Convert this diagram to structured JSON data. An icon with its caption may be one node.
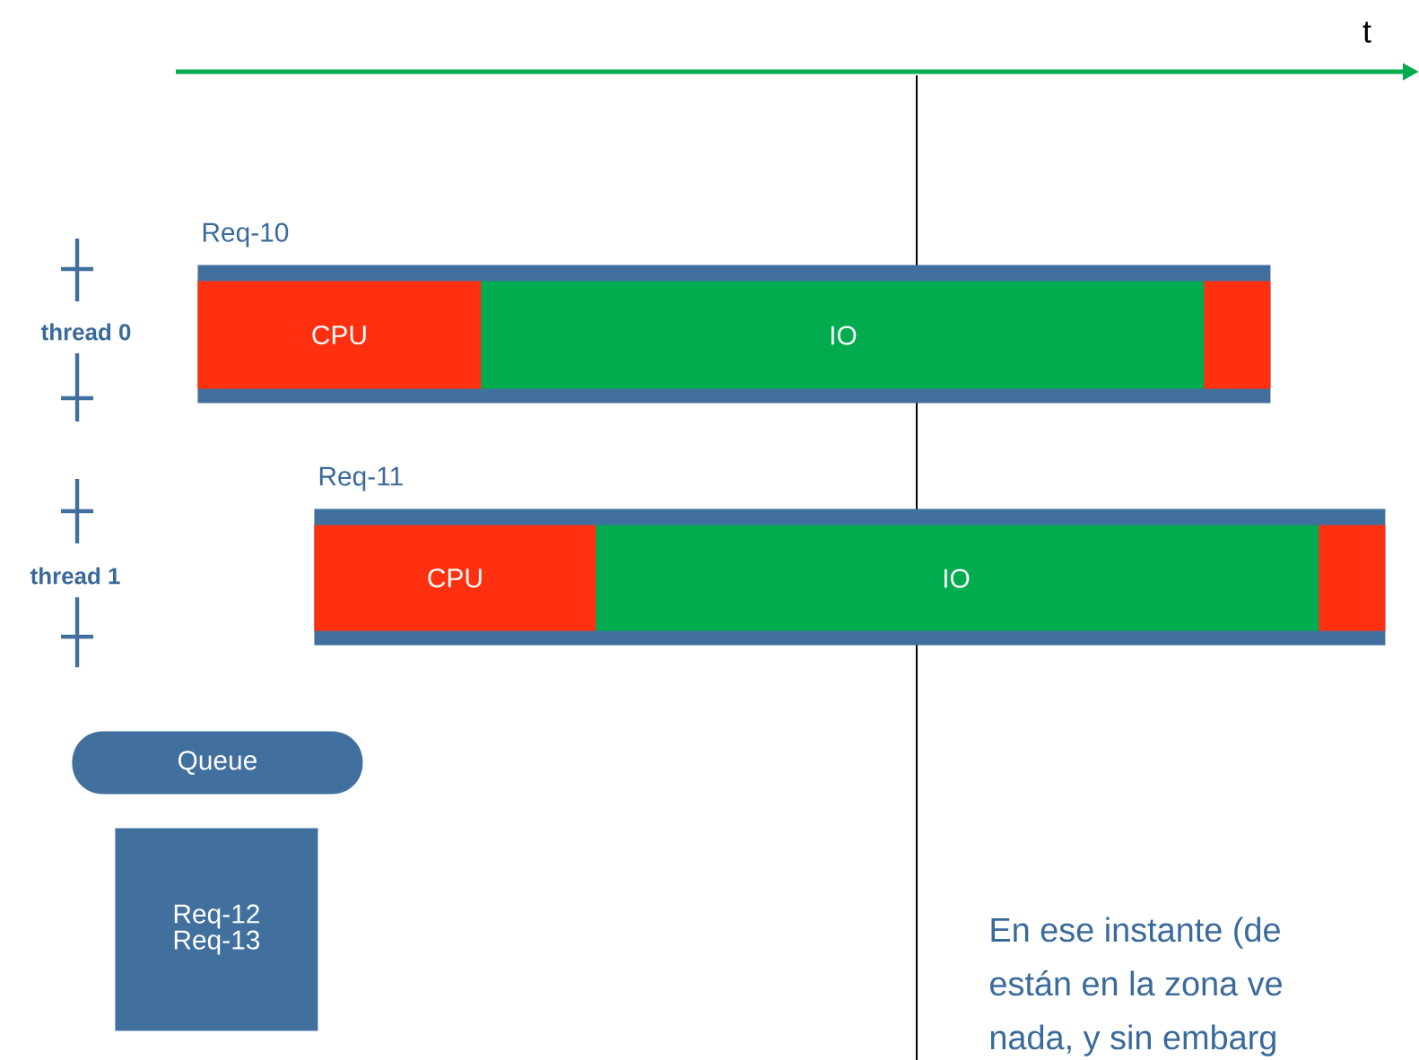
{
  "diagram": {
    "nodes": [
      {
        "text": [
          "Req-10"
        ]
      },
      {
        "text": [
          "CPU"
        ],
        "in": 0
      },
      {
        "text": [
          "IO"
        ],
        "in": 0
      },
      {
        "text": [],
        "shape": "box",
        "in": 0
      },
      {
        "text": [
          "Req-11"
        ]
      },
      {
        "text": [
          "CPU"
        ],
        "in": 4
      },
      {
        "text": [
          "IO"
        ],
        "in": 4
      },
      {
        "text": [],
        "shape": "box",
        "in": 4
      },
      {
        "text": [
          "Queue"
        ]
      },
      {
        "text": [
          "Req-12 Req-13"
        ]
      }
    ],
    "labels": [
      "t",
      "thread 0",
      "thread 1",
      "En ese instante (de",
      "están en la zona ve",
      "nada, y sin embarg"
    ]
  }
}
